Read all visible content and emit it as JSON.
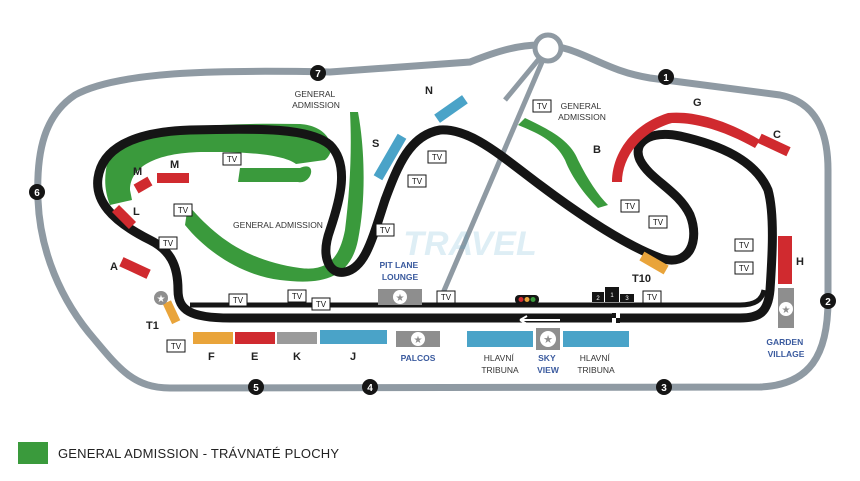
{
  "colors": {
    "ga_green": "#3a9a3c",
    "grandstand_red": "#d02a2f",
    "grandstand_blue": "#4aa3c8",
    "grandstand_orange": "#e9a43a",
    "grandstand_gray": "#9a9a9a",
    "track_black": "#151515",
    "outline_gray": "#8f9aa3",
    "hospitality_gray": "#8e8e8e"
  },
  "watermark": "TRAVEL",
  "turn_numbers": [
    "1",
    "2",
    "3",
    "4",
    "5",
    "6",
    "7"
  ],
  "general_admission_labels": [
    "GENERAL\nADMISSION",
    "GENERAL\nADMISSION",
    "GENERAL ADMISSION"
  ],
  "grandstands": {
    "A": "A",
    "B": "B",
    "C": "C",
    "E": "E",
    "F": "F",
    "G": "G",
    "H": "H",
    "J": "J",
    "K": "K",
    "L": "L",
    "M1": "M",
    "M2": "M",
    "N": "N",
    "S": "S",
    "T1": "T1",
    "T10": "T10"
  },
  "hospitality": {
    "pit_lane_lounge": "PIT LANE\nLOUNGE",
    "palcos": "PALCOS",
    "sky_view": "SKY\nVIEW",
    "garden_village": "GARDEN\nVILLAGE"
  },
  "main_grandstand": [
    "HLAVNÍ\nTRIBUNA",
    "HLAVNÍ\nTRIBUNA"
  ],
  "tv_label": "TV",
  "podium": [
    "2",
    "1",
    "3"
  ],
  "legend": {
    "label": "GENERAL ADMISSION - TRÁVNATÉ PLOCHY"
  }
}
